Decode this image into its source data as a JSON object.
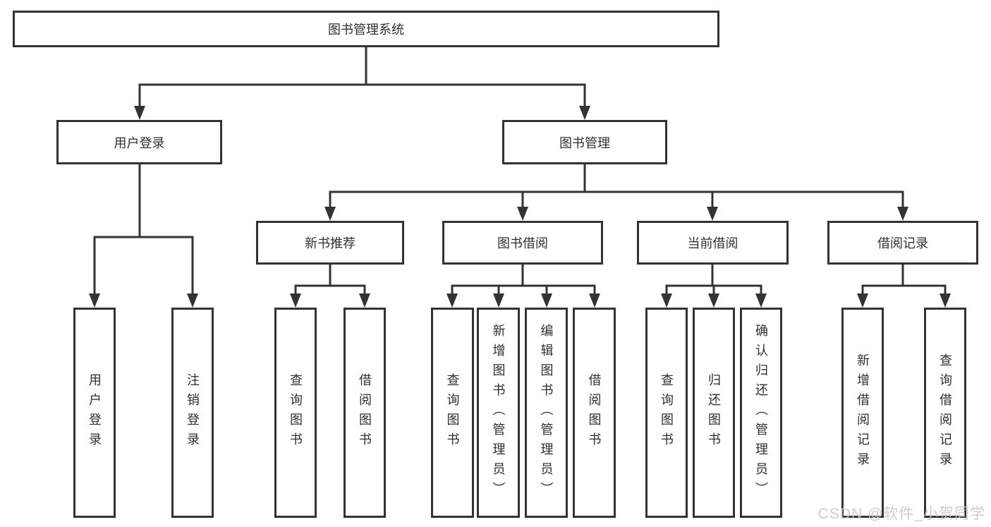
{
  "tree": {
    "root": "图书管理系统",
    "login": {
      "label": "用户登录",
      "children": [
        "用户登录",
        "注销登录"
      ]
    },
    "mgmt": {
      "label": "图书管理",
      "sections": [
        {
          "label": "新书推荐",
          "children": [
            "查询图书",
            "借阅图书"
          ]
        },
        {
          "label": "图书借阅",
          "children": [
            "查询图书",
            "新增图书（管理员）",
            "编辑图书（管理员）",
            "借阅图书"
          ]
        },
        {
          "label": "当前借阅",
          "children": [
            "查询图书",
            "归还图书",
            "确认归还（管理员）"
          ]
        },
        {
          "label": "借阅记录",
          "children": [
            "新增借阅记录",
            "查询借阅记录"
          ]
        }
      ]
    }
  },
  "watermark": "CSDN @软件_小贺同学",
  "colors": {
    "line": "#333333",
    "text": "#2f2f2f",
    "watermark": "#c8c8c8",
    "background": "#ffffff"
  }
}
